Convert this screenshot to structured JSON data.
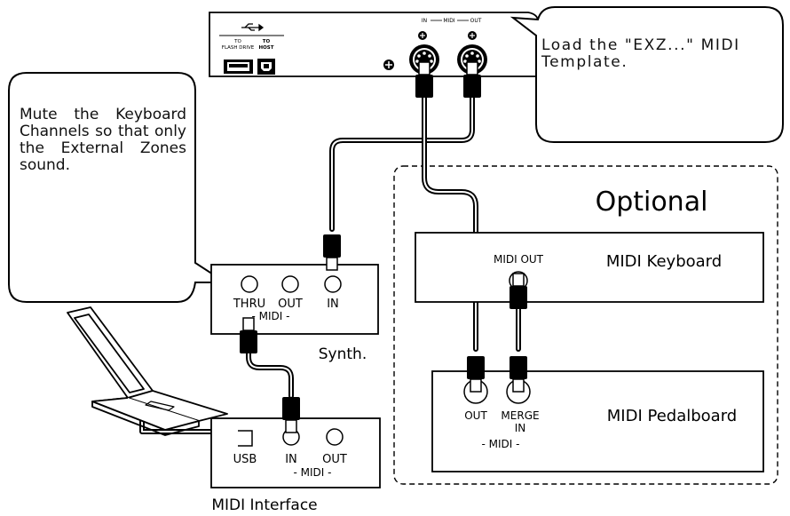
{
  "callouts": {
    "midi_template": "Load the \"EXZ...\" MIDI Template.",
    "mute_channels": "Mute the Keyboard Channels so that only the External Zones sound."
  },
  "organ_panel": {
    "usb_flash_label_1": "TO",
    "usb_flash_label_2": "FLASH DRIVE",
    "usb_host_label_1": "TO",
    "usb_host_label_2": "HOST",
    "midi_in": "IN",
    "midi_word": "MIDI",
    "midi_out": "OUT"
  },
  "optional_group": {
    "title": "Optional"
  },
  "midi_keyboard": {
    "name": "MIDI Keyboard",
    "port_label": "MIDI OUT"
  },
  "midi_pedalboard": {
    "name": "MIDI Pedalboard",
    "port_out": "OUT",
    "port_merge_1": "MERGE",
    "port_merge_2": "IN",
    "midi_label": "- MIDI -"
  },
  "synth": {
    "name": "Synth.",
    "port_thru": "THRU",
    "port_out": "OUT",
    "port_in": "IN",
    "midi_label": "- MIDI -"
  },
  "midi_interface": {
    "name": "MIDI Interface",
    "port_usb": "USB",
    "port_in": "IN",
    "port_out": "OUT",
    "midi_label": "- MIDI -"
  }
}
